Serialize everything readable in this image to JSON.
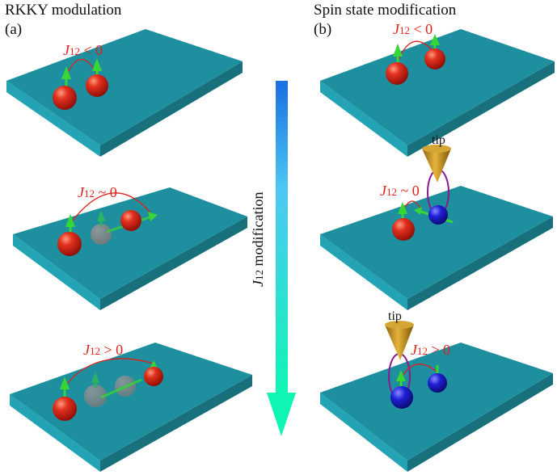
{
  "panel_a": {
    "title": "RKKY modulation",
    "label": "(a)",
    "couplings": [
      {
        "sym": "J",
        "sub": "12",
        "rel": " < 0"
      },
      {
        "sym": "J",
        "sub": "12",
        "rel": " ~ 0"
      },
      {
        "sym": "J",
        "sub": "12",
        "rel": " > 0"
      }
    ]
  },
  "panel_b": {
    "title": "Spin state modification",
    "label": "(b)",
    "couplings": [
      {
        "sym": "J",
        "sub": "12",
        "rel": " < 0"
      },
      {
        "sym": "J",
        "sub": "12",
        "rel": " ~ 0"
      },
      {
        "sym": "J",
        "sub": "12",
        "rel": " > 0"
      }
    ],
    "tip_label": "tip"
  },
  "center_arrow": {
    "sym": "J",
    "sub": "12",
    "rest": " modification"
  },
  "colors": {
    "slab_top": "#1e8f9e",
    "slab_side": "#17707c",
    "slab_front": "#24a3b4",
    "red_atom": "#d8241a",
    "blue_atom": "#1515c8",
    "spin_arrow": "#36d636",
    "tip": "#c89418",
    "loop": "#8a1a8e",
    "coupling_arc": "#e0201a",
    "arrow_top": "#1a6fe0",
    "arrow_bottom": "#0ff5b4"
  }
}
